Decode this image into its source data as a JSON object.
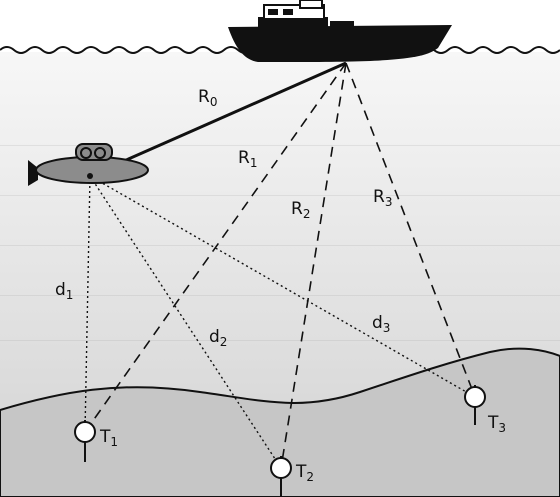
{
  "labels": {
    "r0": {
      "main": "R",
      "sub": "0"
    },
    "r1": {
      "main": "R",
      "sub": "1"
    },
    "r2": {
      "main": "R",
      "sub": "2"
    },
    "r3": {
      "main": "R",
      "sub": "3"
    },
    "d1": {
      "main": "d",
      "sub": "1"
    },
    "d2": {
      "main": "d",
      "sub": "2"
    },
    "d3": {
      "main": "d",
      "sub": "3"
    },
    "t1": {
      "main": "T",
      "sub": "1"
    },
    "t2": {
      "main": "T",
      "sub": "2"
    },
    "t3": {
      "main": "T",
      "sub": "3"
    }
  },
  "colors": {
    "ship": "#111111",
    "submarine": "#8c8c8c",
    "seabed": "#c6c6c6",
    "water_top": "#f7f7f7",
    "water_bottom": "#d6d6d6",
    "lines": "#111111",
    "transponder_fill": "#ffffff"
  },
  "icons": [
    "ship-icon",
    "submarine-icon",
    "transponder-icon"
  ]
}
